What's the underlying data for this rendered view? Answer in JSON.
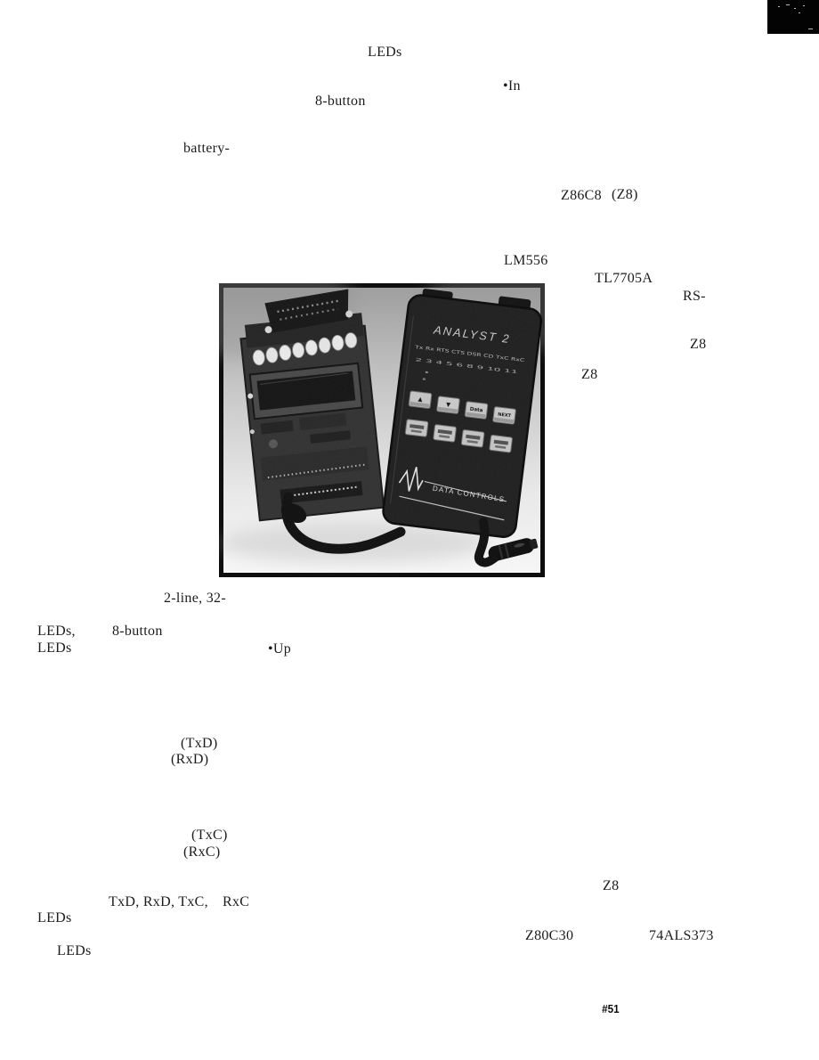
{
  "page": {
    "issue_number": "#51"
  },
  "visible_words": [
    "LEDs",
    "•In",
    "8-button",
    "battery-",
    "Z86C8",
    "(Z8)",
    "LM556",
    "TL7705A",
    "RS-",
    "Z8",
    "Z8",
    "2-line, 32-",
    "LEDs,",
    "8-button",
    "LEDs",
    "•Up",
    "(TxD)",
    "(RxD)",
    "(TxC)",
    "(RxC)",
    "Z8",
    "TxD, RxD, TxC,",
    "RxC",
    "LEDs",
    "Z80C30",
    "74ALS373",
    "LEDs"
  ],
  "photo": {
    "device": {
      "model": "ANALYST 2",
      "brand": "DATA CONTROLS",
      "signal_labels": "Tx Rx RTS CTS DSR CD TxC RxC",
      "channel_numbers": "2 3 4 5 6 8 9 10 11",
      "keypad_row1": [
        "▲",
        "▼",
        "Data",
        "NEXT"
      ]
    }
  }
}
